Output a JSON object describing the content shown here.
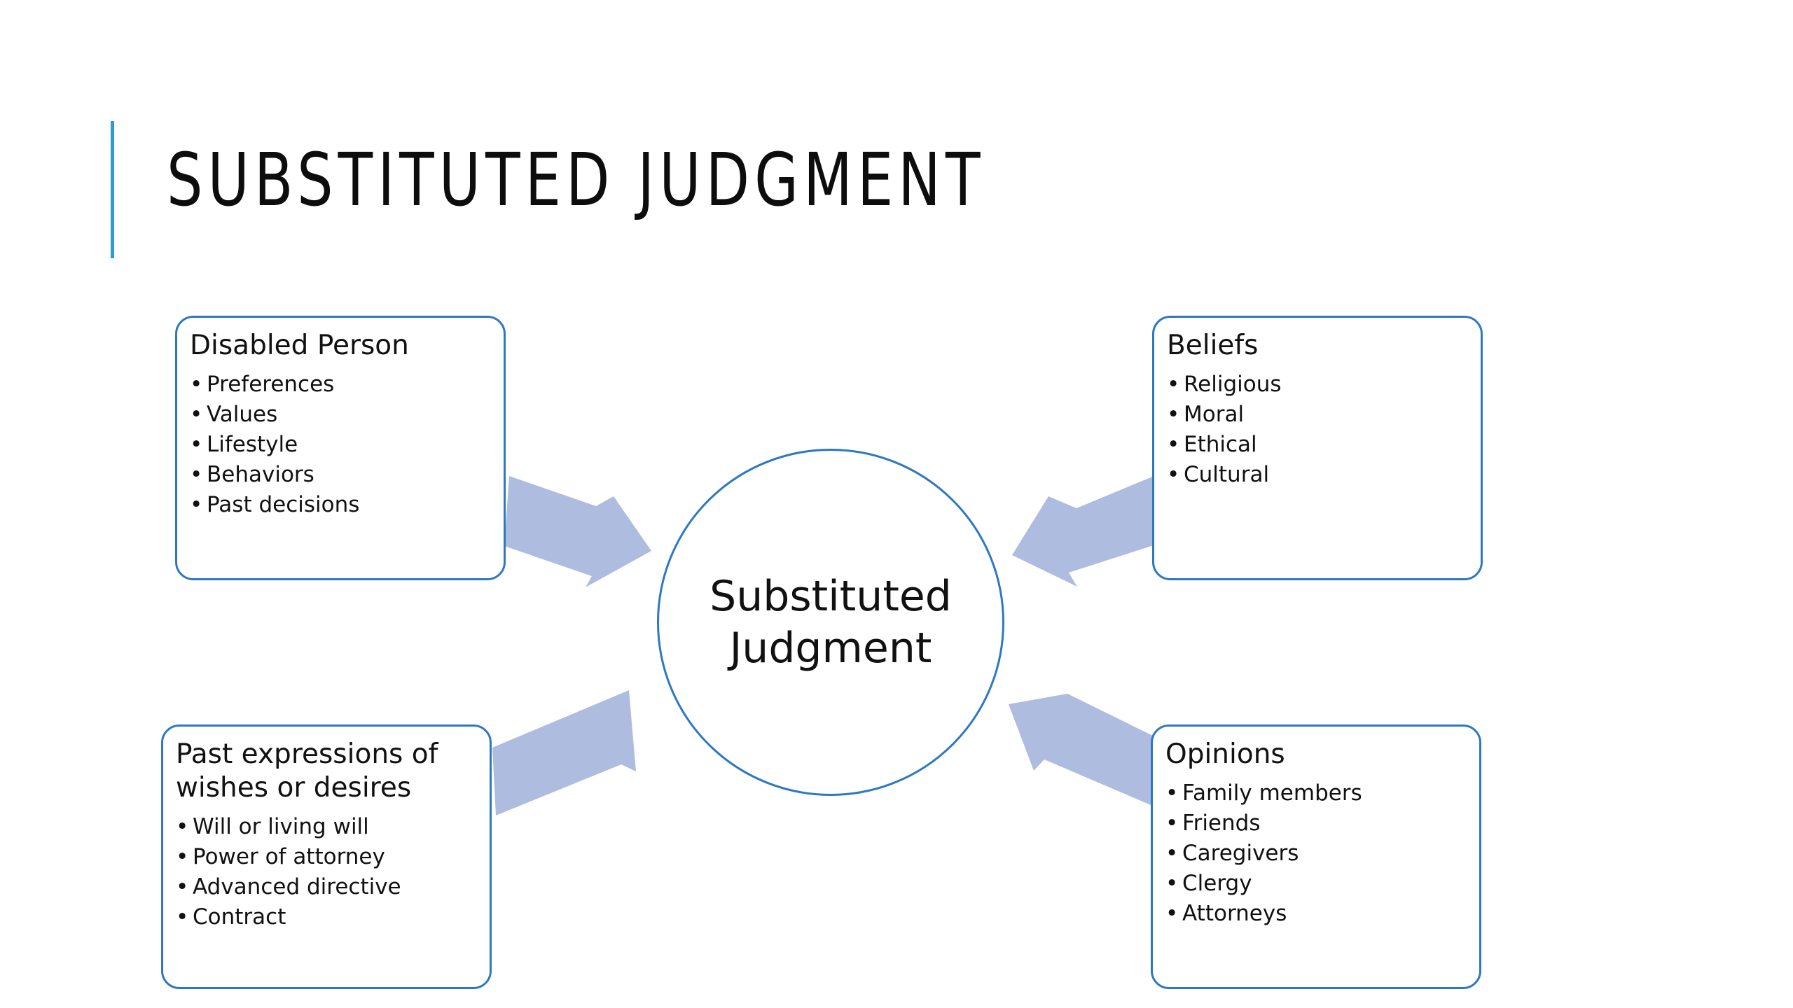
{
  "slide": {
    "title": "SUBSTITUTED JUDGMENT"
  },
  "center": {
    "label": "Substituted Judgment"
  },
  "boxes": {
    "disabled_person": {
      "heading": "Disabled Person",
      "items": [
        "Preferences",
        "Values",
        "Lifestyle",
        "Behaviors",
        "Past decisions"
      ]
    },
    "beliefs": {
      "heading": "Beliefs",
      "items": [
        "Religious",
        "Moral",
        "Ethical",
        "Cultural"
      ]
    },
    "past_expressions": {
      "heading": "Past expressions of wishes or desires",
      "items": [
        "Will or living will",
        "Power of attorney",
        "Advanced directive",
        "Contract"
      ]
    },
    "opinions": {
      "heading": "Opinions",
      "items": [
        "Family members",
        "Friends",
        "Caregivers",
        "Clergy",
        "Attorneys"
      ]
    }
  },
  "colors": {
    "accent_bar": "#2f9cd1",
    "box_border": "#2e78c2",
    "arrow_fill": "#aebce0"
  }
}
